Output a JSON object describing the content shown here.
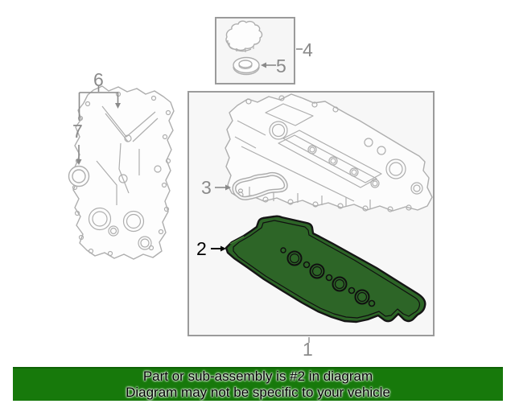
{
  "diagram": {
    "callouts": [
      {
        "label": "1"
      },
      {
        "label": "2"
      },
      {
        "label": "3"
      },
      {
        "label": "4"
      },
      {
        "label": "5"
      },
      {
        "label": "6"
      },
      {
        "label": "7"
      }
    ],
    "highlighted_callout": "2",
    "colors": {
      "highlight_fill": "#2d6527",
      "highlight_outline": "#151515",
      "line_art": "#aeaeae",
      "label_gray": "#8a8a8a",
      "box_border": "#9b9b9b",
      "box_fill": "#f6f6f6"
    }
  },
  "banner": {
    "line1": "Part or sub-assembly is #2 in diagram",
    "line2": "Diagram may not be specific to your vehicle",
    "background": "#17790b",
    "text_color": "#000000"
  }
}
